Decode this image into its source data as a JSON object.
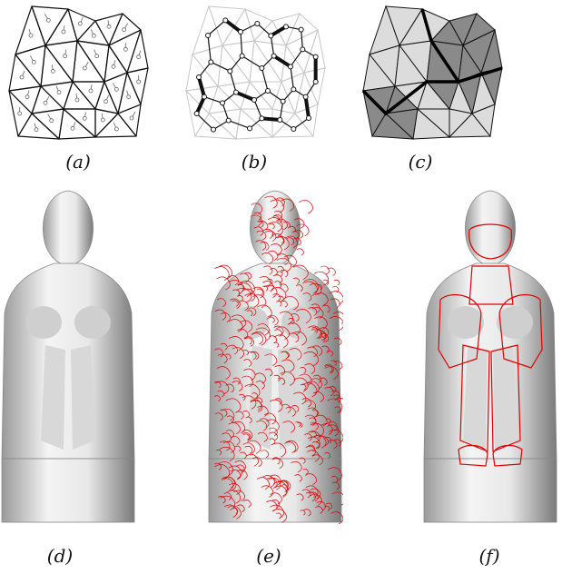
{
  "figure": {
    "captions": {
      "a": "(a)",
      "b": "(b)",
      "c": "(c)",
      "d": "(d)",
      "e": "(e)",
      "f": "(f)"
    },
    "colors": {
      "mesh_edge": "#111111",
      "dual_light_edge": "#c8c8c8",
      "region_light": "#dcdcdc",
      "region_dark": "#8a8a8a",
      "segmentation_red": "#e00000",
      "statue_shade": "#bdbdbd"
    }
  }
}
